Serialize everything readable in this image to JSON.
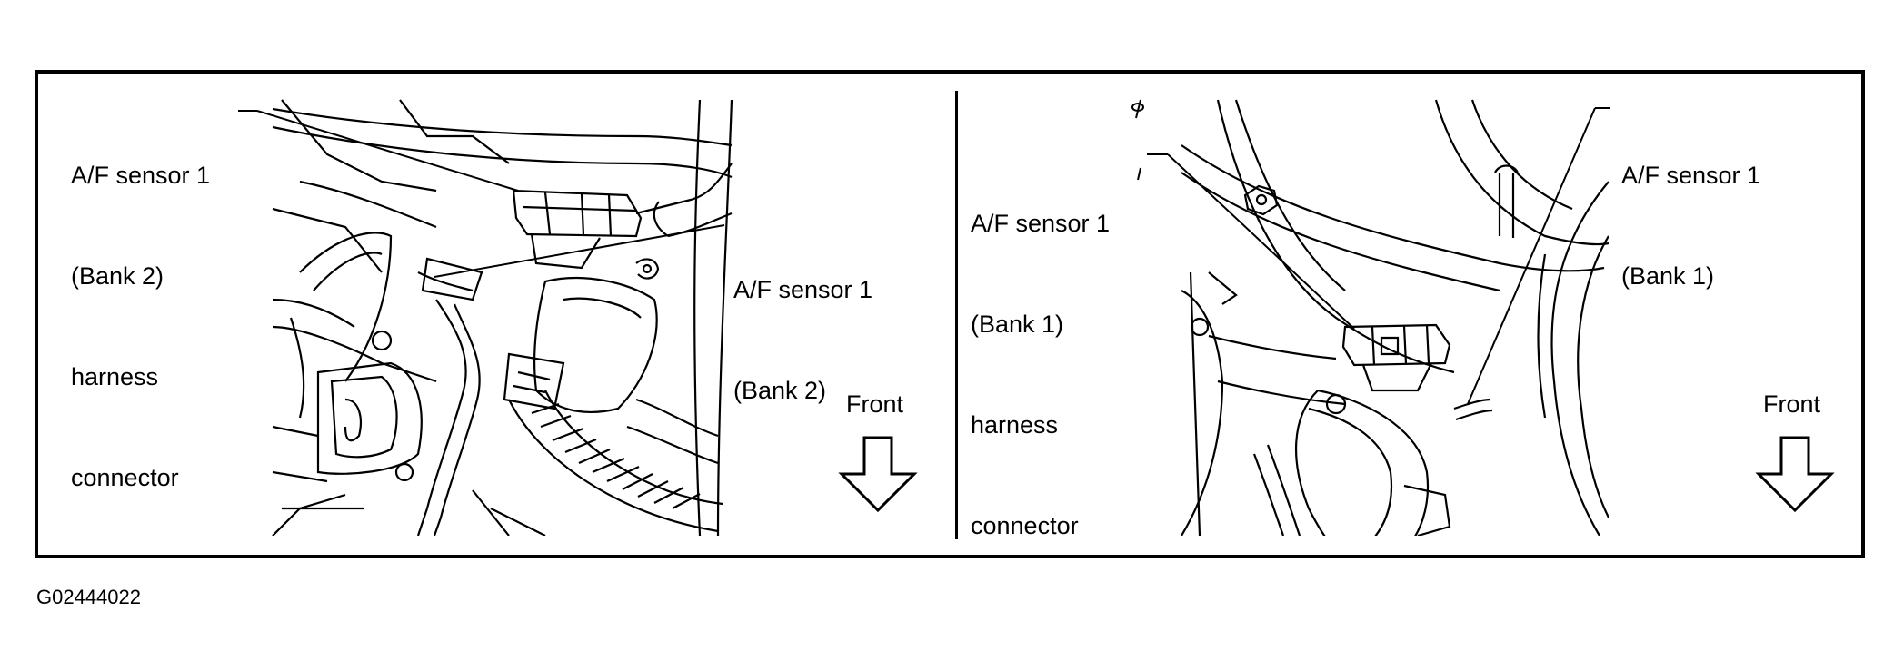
{
  "left_panel": {
    "connector_label_lines": [
      "A/F sensor 1",
      "(Bank 2)",
      "harness",
      "connector"
    ],
    "sensor_label_lines": [
      "A/F sensor 1",
      "(Bank 2)"
    ],
    "front_label": "Front"
  },
  "right_panel": {
    "connector_label_lines": [
      "A/F sensor 1",
      "(Bank 1)",
      "harness",
      "connector"
    ],
    "sensor_label_lines": [
      "A/F sensor 1",
      "(Bank 1)"
    ],
    "front_label": "Front"
  },
  "figure_id": "G02444022",
  "colors": {
    "line": "#000000",
    "background": "#ffffff"
  }
}
